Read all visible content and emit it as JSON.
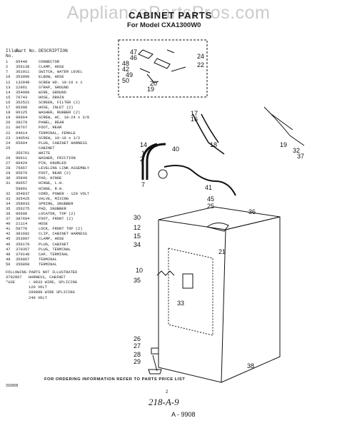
{
  "watermark": "AppliancePartsPros.com",
  "title": "CABINET PARTS",
  "subtitle": "For Model CXA1300W0",
  "table_head": {
    "ill": "Illus. No.",
    "part": "Part No.",
    "desc": "DESCRIPTION"
  },
  "parts": [
    {
      "ill": "1",
      "part": "95440",
      "desc": "CONNECTOR"
    },
    {
      "ill": "2",
      "part": "356138",
      "desc": "CLAMP, HOSE"
    },
    {
      "ill": "7",
      "part": "361011",
      "desc": "SWITCH, WATER LEVEL"
    },
    {
      "ill": "10",
      "part": "353096",
      "desc": "ELBOW, HOSE"
    },
    {
      "ill": "12",
      "part": "132848",
      "desc": "SCREW HD. 10-16 x 1"
    },
    {
      "ill": "13",
      "part": "22961",
      "desc": "STRAP, GROUND"
    },
    {
      "ill": "14",
      "part": "354089",
      "desc": "WIRE, GROUND"
    },
    {
      "ill": "15",
      "part": "76743",
      "desc": "HOSE, DRAIN"
    },
    {
      "ill": "16",
      "part": "352521",
      "desc": "SCREEN, FILTER (2)"
    },
    {
      "ill": "17",
      "part": "96308",
      "desc": "HOSE, INLET (2)"
    },
    {
      "ill": "18",
      "part": "96125",
      "desc": "WASHER, RUBBER (2)"
    },
    {
      "ill": "19",
      "part": "90664",
      "desc": "SCREW, HC. 10-24 x 3/8"
    },
    {
      "ill": "20",
      "part": "39279",
      "desc": "PANEL, REAR"
    },
    {
      "ill": "21",
      "part": "90767",
      "desc": "FOOT, REAR"
    },
    {
      "ill": "22",
      "part": "94614",
      "desc": "TERMINAL, FEMALE"
    },
    {
      "ill": "23",
      "part": "340541",
      "desc": "SCREW, 10-16 x 1/2"
    },
    {
      "ill": "24",
      "part": "95694",
      "desc": "PLUG, CABINET HARNESS"
    },
    {
      "ill": "25",
      "part": "",
      "desc": "CABINET"
    },
    {
      "ill": "",
      "part": "356761",
      "desc": "WHITE"
    },
    {
      "ill": "26",
      "part": "90611",
      "desc": "WASHER, FRICTION"
    },
    {
      "ill": "27",
      "part": "90429",
      "desc": "PIN, KNURLED"
    },
    {
      "ill": "28",
      "part": "75667",
      "desc": "LEVELING LINK ASSEMBLY"
    },
    {
      "ill": "29",
      "part": "95679",
      "desc": "FOOT, REAR (2)"
    },
    {
      "ill": "30",
      "part": "35849",
      "desc": "PAD, HINGE"
    },
    {
      "ill": "31",
      "part": "90657",
      "desc": "HINGE, L.H."
    },
    {
      "ill": "",
      "part": "59991",
      "desc": "HINGE, R.H."
    },
    {
      "ill": "32",
      "part": "354837",
      "desc": "CORD, POWER - 120 VOLT"
    },
    {
      "ill": "33",
      "part": "365425",
      "desc": "VALVE, MIXING"
    },
    {
      "ill": "34",
      "part": "358033",
      "desc": "SPRING, SNUBBER"
    },
    {
      "ill": "35",
      "part": "356275",
      "desc": "PAD, SNUBBER"
    },
    {
      "ill": "36",
      "part": "96600",
      "desc": "LOCATOR, TOP (2)"
    },
    {
      "ill": "37",
      "part": "387694",
      "desc": "FOOT, FRONT (2)"
    },
    {
      "ill": "40",
      "part": "21114",
      "desc": "HOSE"
    },
    {
      "ill": "41",
      "part": "58770",
      "desc": "LOCK, FRONT TOP (2)"
    },
    {
      "ill": "42",
      "part": "381682",
      "desc": "CLIP, CABINET HARNESS"
    },
    {
      "ill": "45",
      "part": "353097",
      "desc": "CLAMP, HOSE"
    },
    {
      "ill": "46",
      "part": "356179",
      "desc": "PLUG, CABINET"
    },
    {
      "ill": "47",
      "part": "370357",
      "desc": "PLUG, TERMINAL"
    },
    {
      "ill": "48",
      "part": "370148",
      "desc": "CAP, TERMINAL"
    },
    {
      "ill": "49",
      "part": "356867",
      "desc": "TERMINAL"
    },
    {
      "ill": "50",
      "part": "356868",
      "desc": "TERMINAL"
    }
  ],
  "follow_title": "FOLLOWING PARTS NOT ILLUSTRATED",
  "follow_parts": [
    {
      "part": "3792867",
      "desc": "HARNESS, CABINET"
    },
    {
      "part": "*USE",
      "desc": ": 0833 WIRE, SPLICING"
    },
    {
      "part": "",
      "desc": "120 VOLT"
    },
    {
      "part": "",
      "desc": "299888 WIRE SPLICING"
    },
    {
      "part": "",
      "desc": "240 VOLT"
    }
  ],
  "diagram_code": "A - 9908",
  "footer": "FOR ORDERING INFORMATION REFER TO PARTS PRICE LIST",
  "doc_number": "3S9908",
  "page_number": "2",
  "handwritten": "218-A-9",
  "callouts": [
    "47",
    "46",
    "48",
    "42",
    "49",
    "24",
    "22",
    "50",
    "19",
    "20",
    "17",
    "16",
    "14",
    "2",
    "7",
    "40",
    "1",
    "18",
    "32",
    "37",
    "19",
    "41",
    "45",
    "25",
    "36",
    "30",
    "12",
    "15",
    "21",
    "34",
    "10",
    "35",
    "33",
    "26",
    "27",
    "28",
    "29",
    "38"
  ]
}
